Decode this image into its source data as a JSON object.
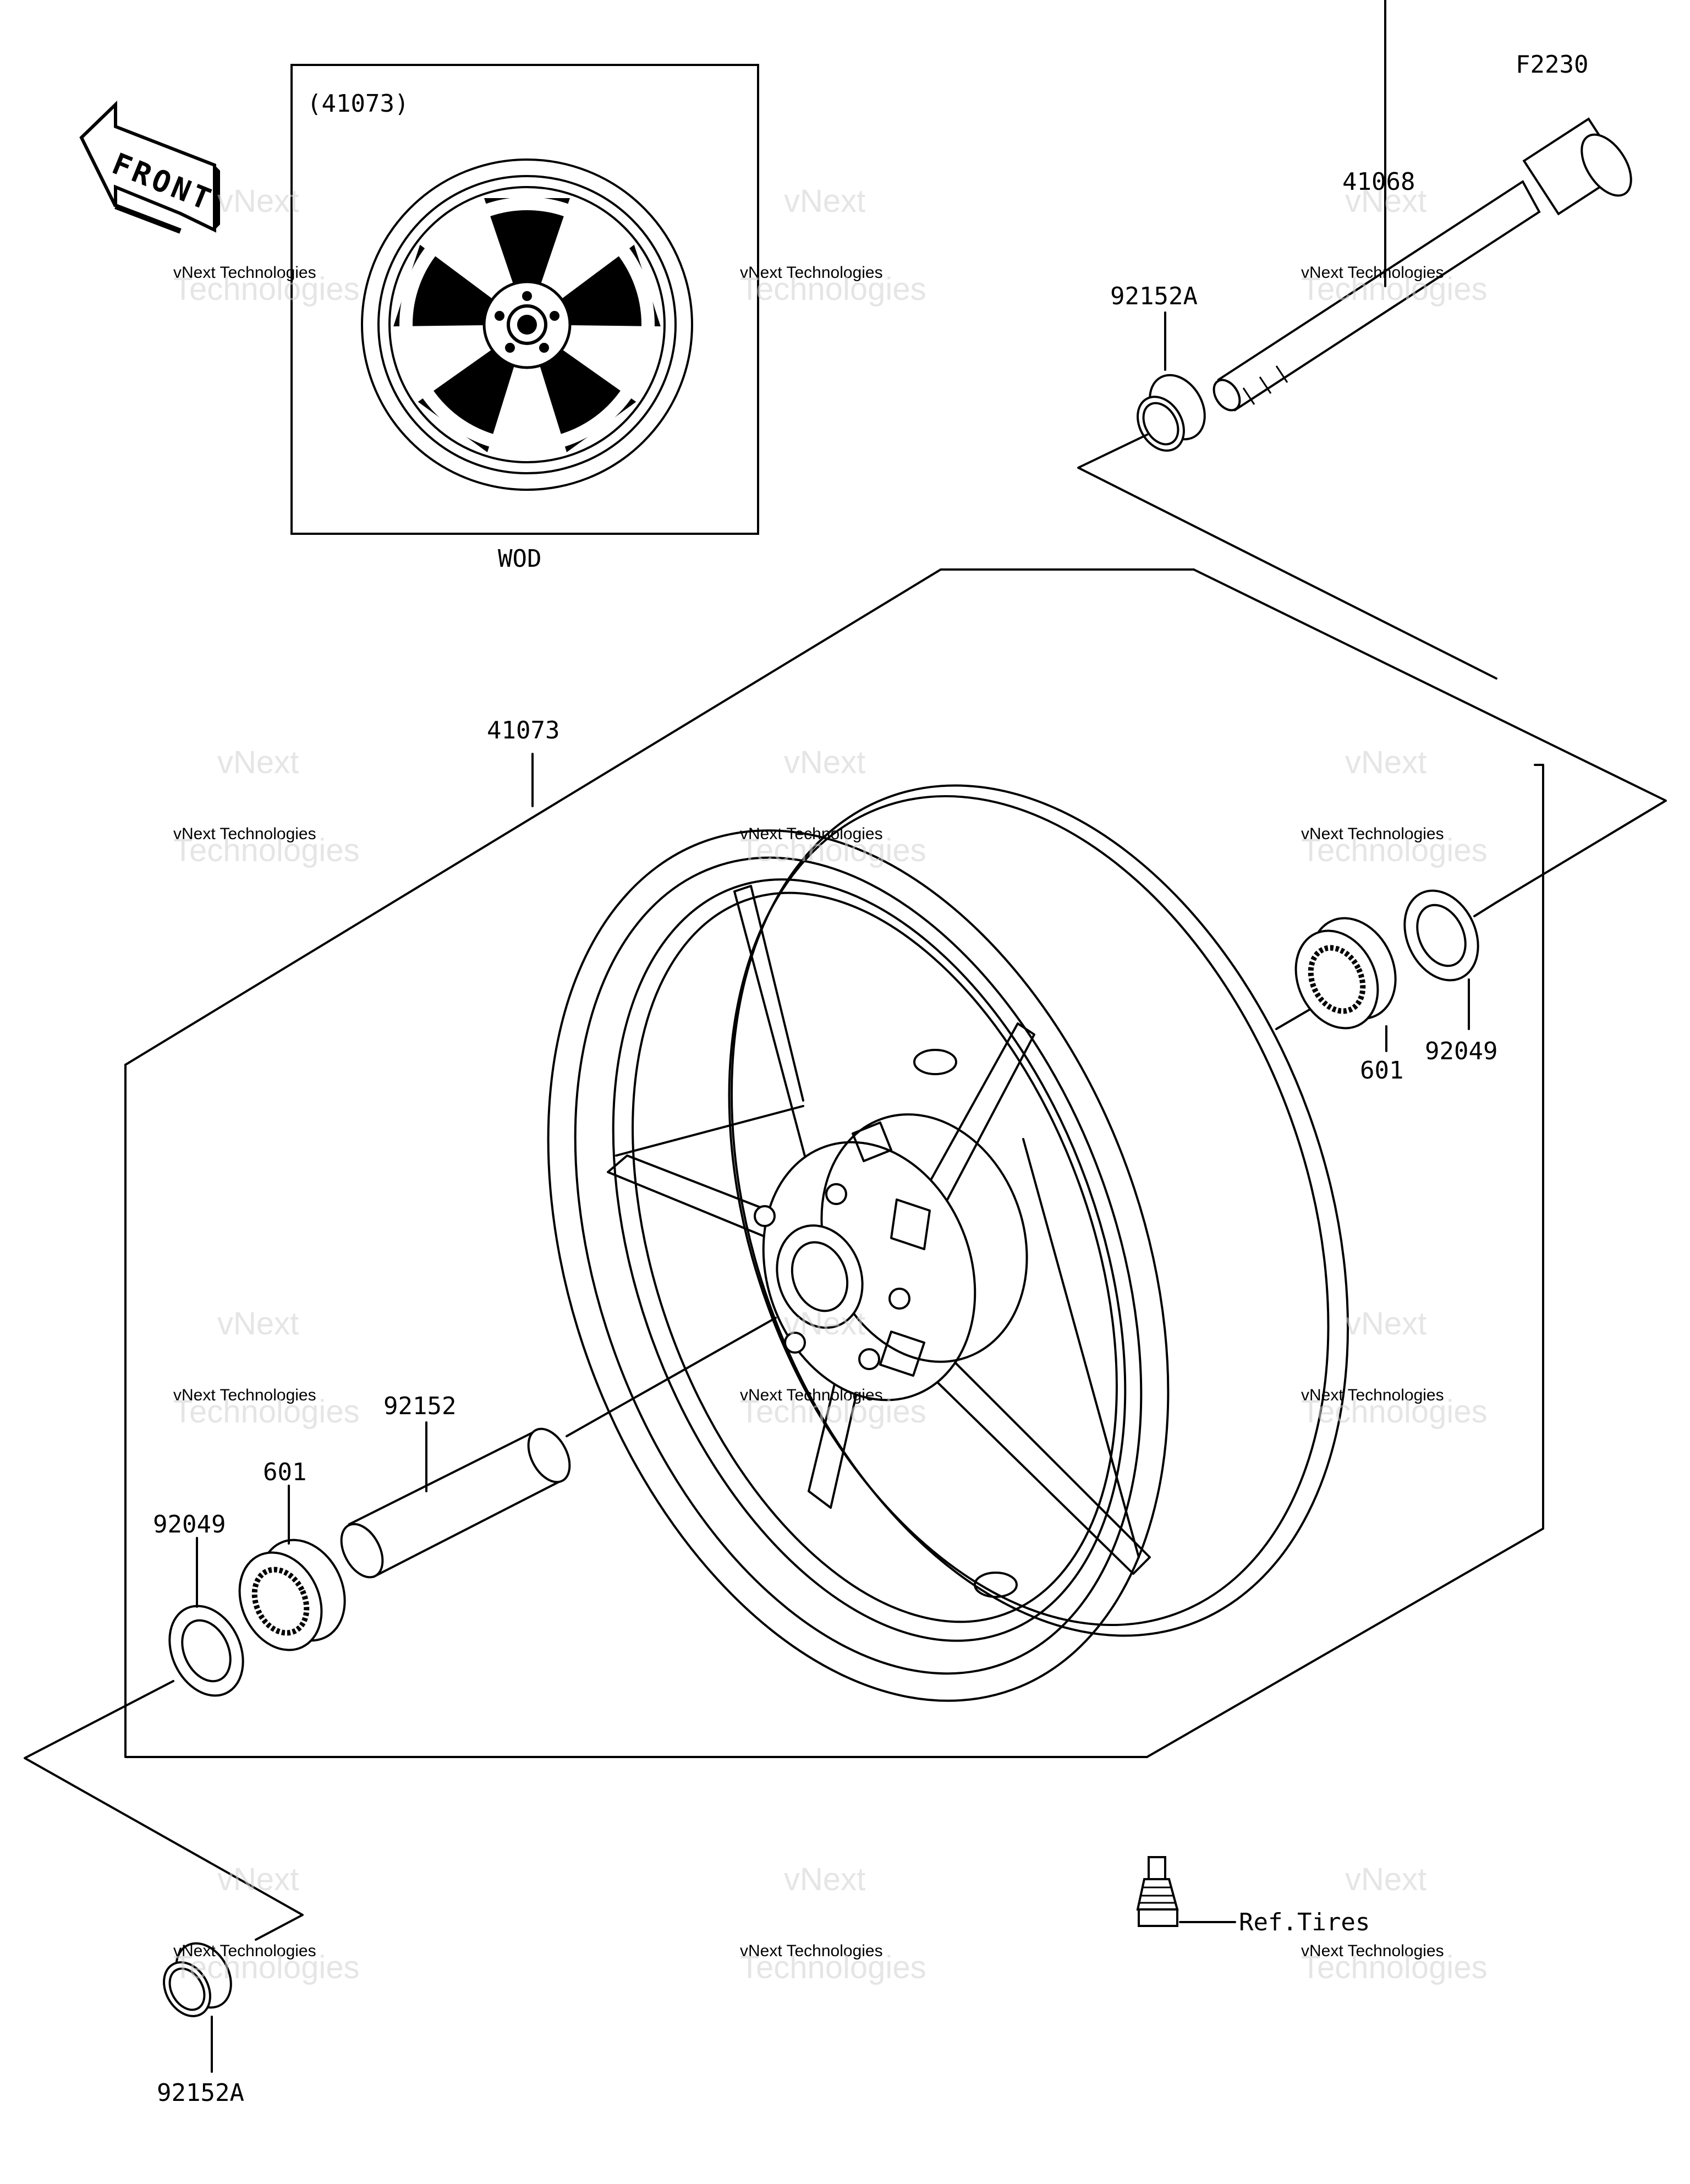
{
  "diagram_id": "F2230",
  "front_label": "FRONT",
  "inset": {
    "part_ref": "(41073)",
    "caption": "WOD"
  },
  "callouts": {
    "axle": "41068",
    "axle_collar_right": "92152A",
    "wheel": "41073",
    "bearing_right": "601",
    "seal_right": "92049",
    "distance_collar": "92152",
    "bearing_left": "601",
    "seal_left": "92049",
    "axle_collar_left": "92152A",
    "valve": "Ref.Tires"
  },
  "watermark": {
    "line1": "vNext",
    "line2": "vNext Technologies",
    "line3": "Technologies"
  }
}
